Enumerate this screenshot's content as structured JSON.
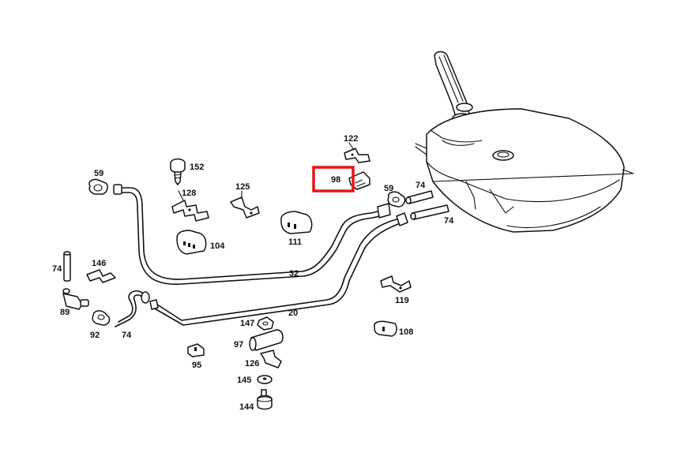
{
  "highlight_color": "#e8141b",
  "labels": {
    "p59a": "59",
    "p152": "152",
    "p128": "128",
    "p125": "125",
    "p122": "122",
    "p98": "98",
    "p59b": "59",
    "p74a": "74",
    "p74b": "74",
    "p104": "104",
    "p111": "111",
    "p32": "32",
    "p74c": "74",
    "p146": "146",
    "p89": "89",
    "p92": "92",
    "p74d": "74",
    "p20": "20",
    "p119": "119",
    "p147": "147",
    "p97": "97",
    "p108": "108",
    "p95": "95",
    "p126": "126",
    "p145": "145",
    "p144": "144"
  },
  "highlighted_part": "98"
}
